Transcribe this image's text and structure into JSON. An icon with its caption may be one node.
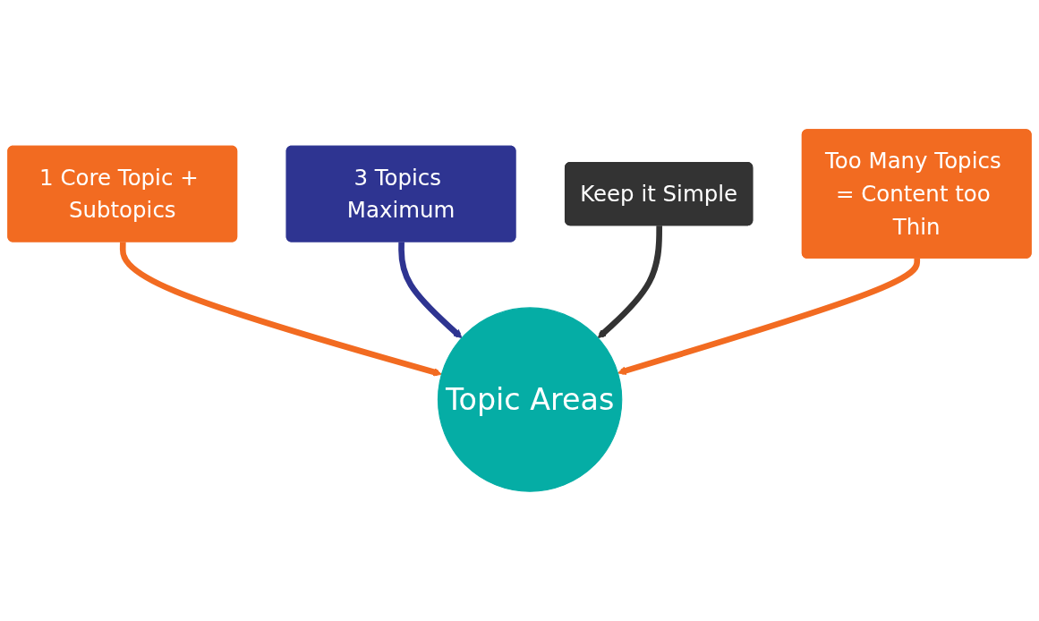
{
  "diagram": {
    "nodes": [
      {
        "text": [
          "1 Core Topic + Subtopics"
        ]
      },
      {
        "text": [
          "3 Topics Maximum"
        ]
      },
      {
        "text": [
          "Keep it Simple"
        ]
      },
      {
        "text": [
          "Too Many Topics = Content too Thin"
        ]
      },
      {
        "text": [
          "Topic Areas"
        ]
      }
    ],
    "edges": [
      {
        "from": 0,
        "to": 4,
        "arrow": "to"
      },
      {
        "from": 1,
        "to": 4,
        "arrow": "to",
        "color": "#2e3491"
      },
      {
        "from": 2,
        "to": 4,
        "arrow": "to",
        "color": "#333333"
      },
      {
        "from": 3,
        "to": 4,
        "arrow": "to"
      }
    ]
  }
}
